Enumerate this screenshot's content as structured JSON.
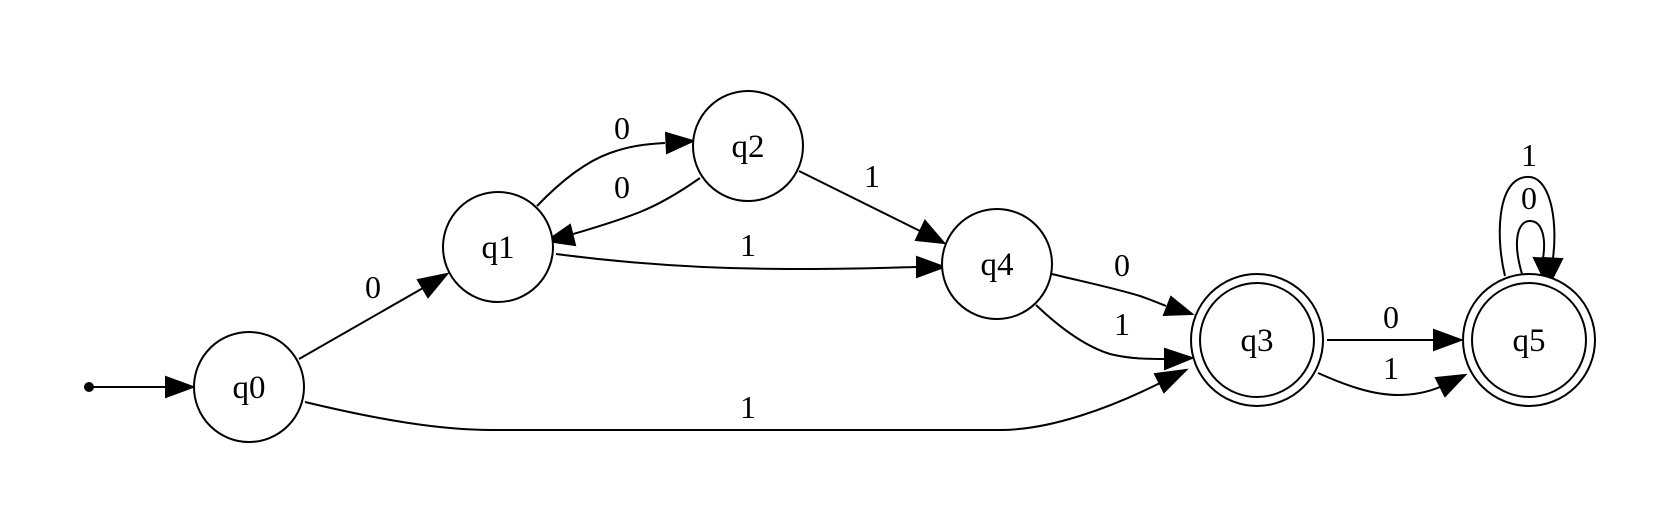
{
  "diagram": {
    "type": "finite-automaton",
    "start_state": "q0",
    "states": [
      {
        "id": "q0",
        "label": "q0",
        "accepting": false
      },
      {
        "id": "q1",
        "label": "q1",
        "accepting": false
      },
      {
        "id": "q2",
        "label": "q2",
        "accepting": false
      },
      {
        "id": "q3",
        "label": "q3",
        "accepting": true
      },
      {
        "id": "q4",
        "label": "q4",
        "accepting": false
      },
      {
        "id": "q5",
        "label": "q5",
        "accepting": true
      }
    ],
    "transitions": [
      {
        "id": "q0-q1",
        "from": "q0",
        "to": "q1",
        "label": "0"
      },
      {
        "id": "q0-q3",
        "from": "q0",
        "to": "q3",
        "label": "1"
      },
      {
        "id": "q1-q2",
        "from": "q1",
        "to": "q2",
        "label": "0"
      },
      {
        "id": "q2-q1",
        "from": "q2",
        "to": "q1",
        "label": "0"
      },
      {
        "id": "q1-q4",
        "from": "q1",
        "to": "q4",
        "label": "1"
      },
      {
        "id": "q2-q4",
        "from": "q2",
        "to": "q4",
        "label": "1"
      },
      {
        "id": "q4-q3-0",
        "from": "q4",
        "to": "q3",
        "label": "0"
      },
      {
        "id": "q4-q3-1",
        "from": "q4",
        "to": "q3",
        "label": "1"
      },
      {
        "id": "q3-q5-0",
        "from": "q3",
        "to": "q5",
        "label": "0"
      },
      {
        "id": "q3-q5-1",
        "from": "q3",
        "to": "q5",
        "label": "1"
      },
      {
        "id": "q5-q5-0",
        "from": "q5",
        "to": "q5",
        "label": "0"
      },
      {
        "id": "q5-q5-1",
        "from": "q5",
        "to": "q5",
        "label": "1"
      }
    ]
  }
}
